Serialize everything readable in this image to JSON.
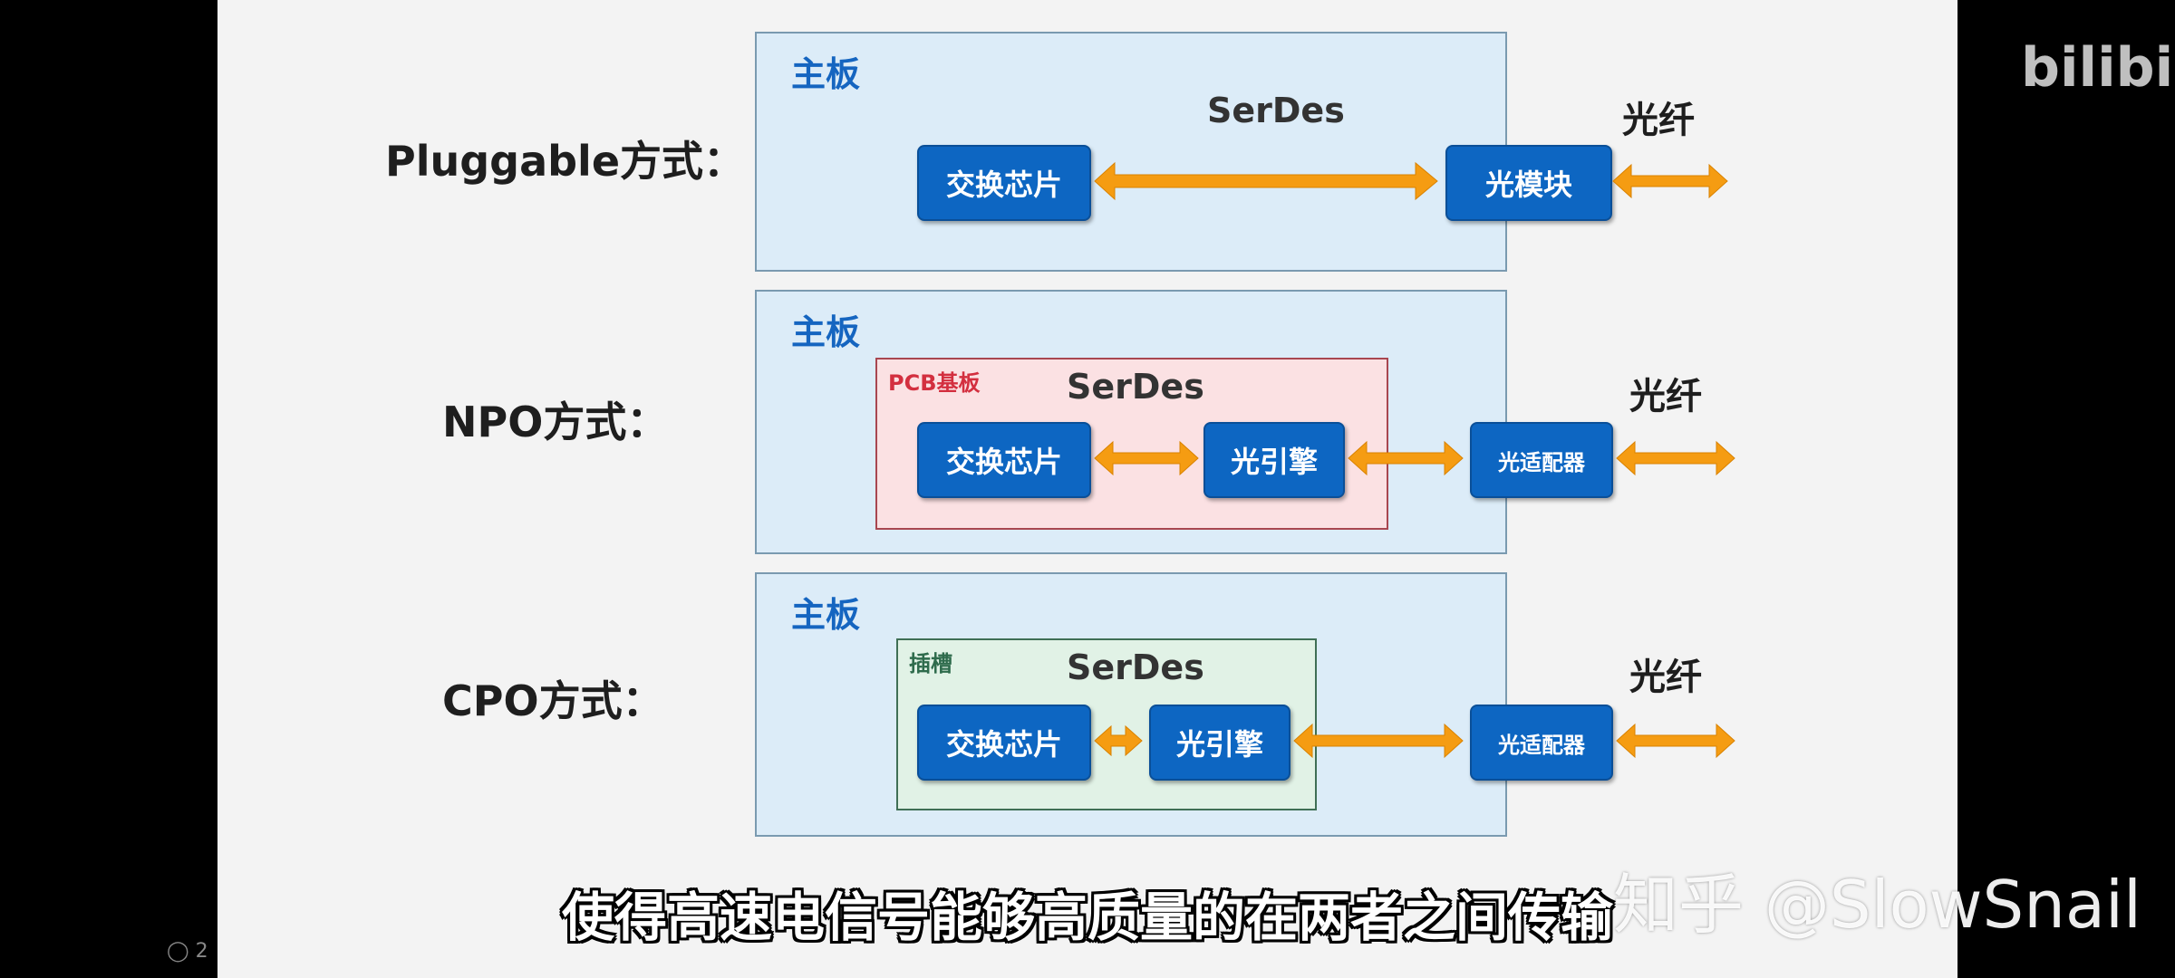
{
  "rows": [
    {
      "label": "Pluggable方式：",
      "board_title": "主板",
      "serdes": "SerDes",
      "switch_chip": "交换芯片",
      "optical_part": "光模块",
      "fiber": "光纤"
    },
    {
      "label": "NPO方式：",
      "board_title": "主板",
      "inner_label": "PCB基板",
      "serdes": "SerDes",
      "switch_chip": "交换芯片",
      "engine": "光引擎",
      "adapter": "光适配器",
      "fiber": "光纤"
    },
    {
      "label": "CPO方式：",
      "board_title": "主板",
      "inner_label": "插槽",
      "serdes": "SerDes",
      "switch_chip": "交换芯片",
      "engine": "光引擎",
      "adapter": "光适配器",
      "fiber": "光纤"
    }
  ],
  "subtitle": "使得高速电信号能够高质量的在两者之间传输",
  "watermark": "知乎 @SlowSnail",
  "logo": "bilibili",
  "corner_count": "2",
  "colors": {
    "board_bg": "#dcecf8",
    "chip": "#0d66c2",
    "arrow": "#f59c12",
    "pcb_bg": "#fbe1e3",
    "slot_bg": "#e1f2e6",
    "board_title": "#1565c0"
  }
}
